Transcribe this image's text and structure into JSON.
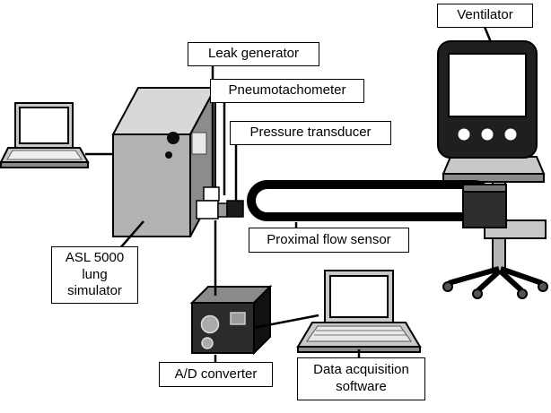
{
  "labels": {
    "ventilator": "Ventilator",
    "leak_generator": "Leak generator",
    "pneumotachometer": "Pneumotachometer",
    "pressure_transducer": "Pressure transducer",
    "proximal_flow_sensor": "Proximal flow sensor",
    "asl_5000": "ASL 5000\nlung\nsimulator",
    "ad_converter": "A/D converter",
    "data_acquisition": "Data acquisition\nsoftware"
  },
  "colors": {
    "line": "#000000",
    "label_border": "#000000",
    "label_fill": "#ffffff",
    "device_dark": "#1f1f1f",
    "device_gray": "#b2b2b2",
    "device_light_gray": "#d8d8d8",
    "background": "#ffffff"
  }
}
